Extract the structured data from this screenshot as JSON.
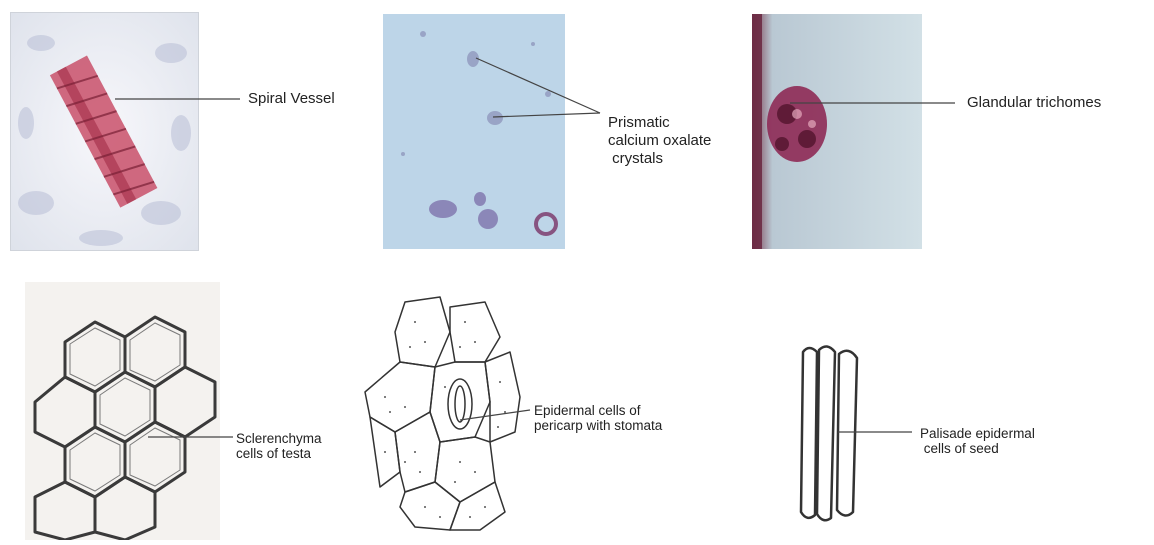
{
  "labels": {
    "spiral_vessel": "Spiral Vessel",
    "crystals": [
      "Prismatic",
      "calcium oxalate",
      " crystals"
    ],
    "trichomes": "Glandular trichomes",
    "sclerenchyma": [
      "Sclerenchyma",
      "cells of testa"
    ],
    "epidermal": [
      "Epidermal cells of",
      "pericarp with stomata"
    ],
    "palisade": [
      "Palisade epidermal",
      " cells of seed"
    ]
  }
}
